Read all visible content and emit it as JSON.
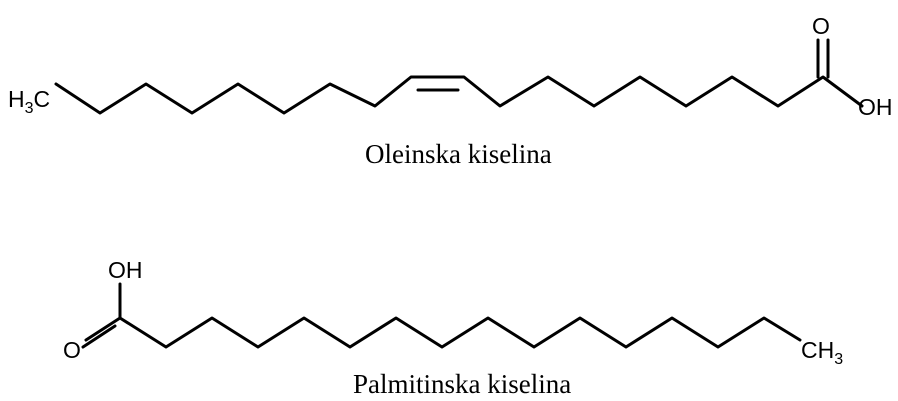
{
  "molecules": {
    "oleic": {
      "name": "Oleinska kiselina",
      "methyl": {
        "main": "H",
        "sub": "3",
        "tail": "C"
      },
      "carbonyl_oxygen": "O",
      "hydroxyl": "OH"
    },
    "palmitic": {
      "name": "Palmitinska kiselina",
      "hydroxyl": "OH",
      "carbonyl_oxygen": "O",
      "methyl": {
        "main": "CH",
        "sub": "3"
      }
    }
  }
}
